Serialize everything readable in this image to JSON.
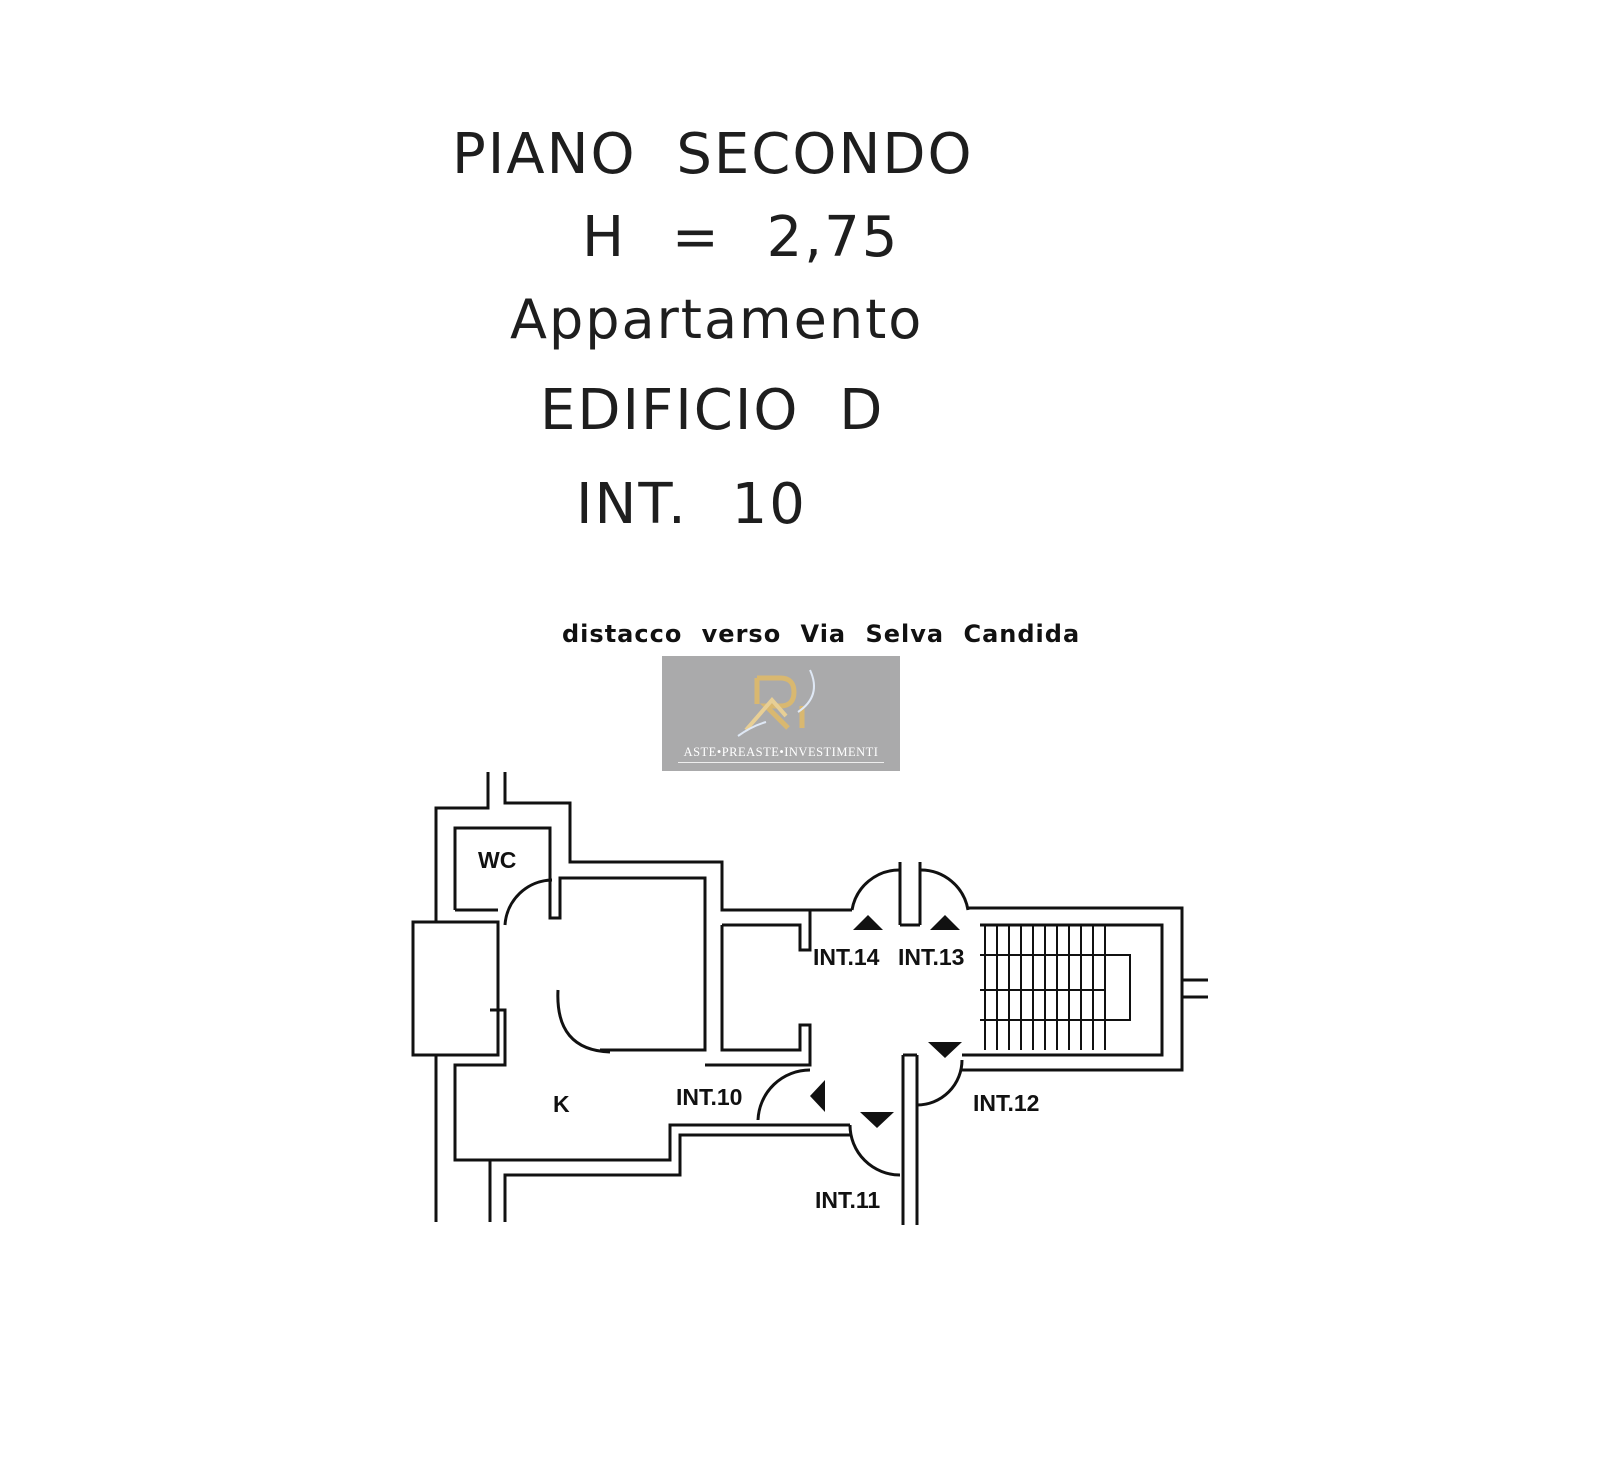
{
  "header": {
    "floor": "PIANO SECONDO",
    "height": "H = 2,75",
    "unit_type": "Appartamento",
    "building": "EDIFICIO D",
    "interior": "INT. 10"
  },
  "plan": {
    "orientation_note": "distacco verso Via Selva Candida",
    "rooms": {
      "wc": "WC",
      "kitchen": "K"
    },
    "doors": {
      "int10": "INT.10",
      "int11": "INT.11",
      "int12": "INT.12",
      "int13": "INT.13",
      "int14": "INT.14"
    }
  },
  "watermark": {
    "logo_letters": "RAI",
    "text": "ASTE•PREASTE•INVESTIMENTI",
    "gold": "#d9b870",
    "bg": "#aaaaab"
  }
}
